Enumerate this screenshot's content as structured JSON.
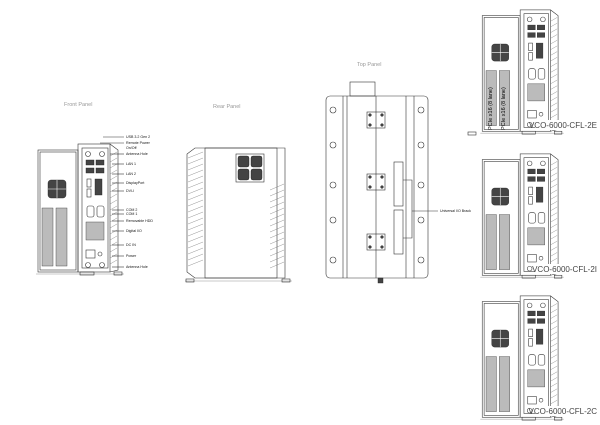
{
  "views": {
    "front": {
      "title": "Front Panel"
    },
    "rear": {
      "title": "Rear Panel"
    },
    "top": {
      "title": "Top Panel"
    }
  },
  "front_callouts": [
    "USB 3.2 Gen 2",
    "Remote Power",
    "On/Off",
    "Antenna Hole",
    "LAN 1",
    "LAN 2",
    "DisplayPort",
    "DVI-I",
    "COM 2",
    "COM 1",
    "Removable HDD",
    "Digital I/O",
    "DC IN",
    "Power",
    "Antenna Hole"
  ],
  "top_callouts": [
    "Universal I/O Brack"
  ],
  "slot_label": "PCIe x16 (8 lane)",
  "models": [
    "VCO-6000-CFL-2E",
    "VCO-6000-CFL-2I",
    "VCO-6000-CFL-2C"
  ]
}
